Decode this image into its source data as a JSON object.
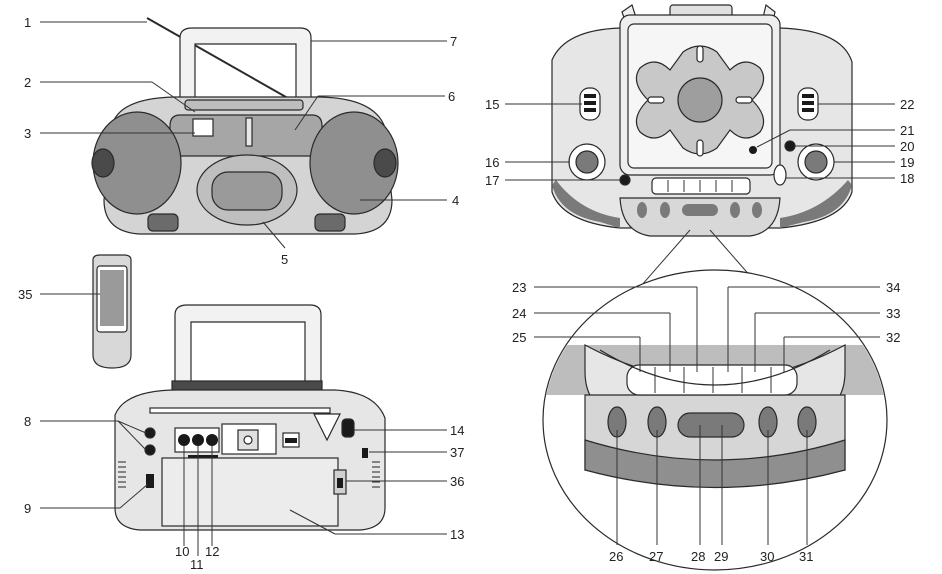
{
  "colors": {
    "background": "#ffffff",
    "outline": "#2a2a2a",
    "light_gray": "#e4e4e4",
    "mid_gray": "#bdbdbd",
    "dark_gray": "#8a8a8a",
    "darker_gray": "#6e6e6e",
    "black": "#1a1a1a"
  },
  "callouts": {
    "c1": "1",
    "c2": "2",
    "c3": "3",
    "c4": "4",
    "c5": "5",
    "c6": "6",
    "c7": "7",
    "c8": "8",
    "c9": "9",
    "c10": "10",
    "c11": "11",
    "c12": "12",
    "c13": "13",
    "c14": "14",
    "c15": "15",
    "c16": "16",
    "c17": "17",
    "c18": "18",
    "c19": "19",
    "c20": "20",
    "c21": "21",
    "c22": "22",
    "c23": "23",
    "c24": "24",
    "c25": "25",
    "c26": "26",
    "c27": "27",
    "c28": "28",
    "c29": "29",
    "c30": "30",
    "c31": "31",
    "c32": "32",
    "c33": "33",
    "c34": "34",
    "c35": "35",
    "c36": "36",
    "c37": "37"
  }
}
